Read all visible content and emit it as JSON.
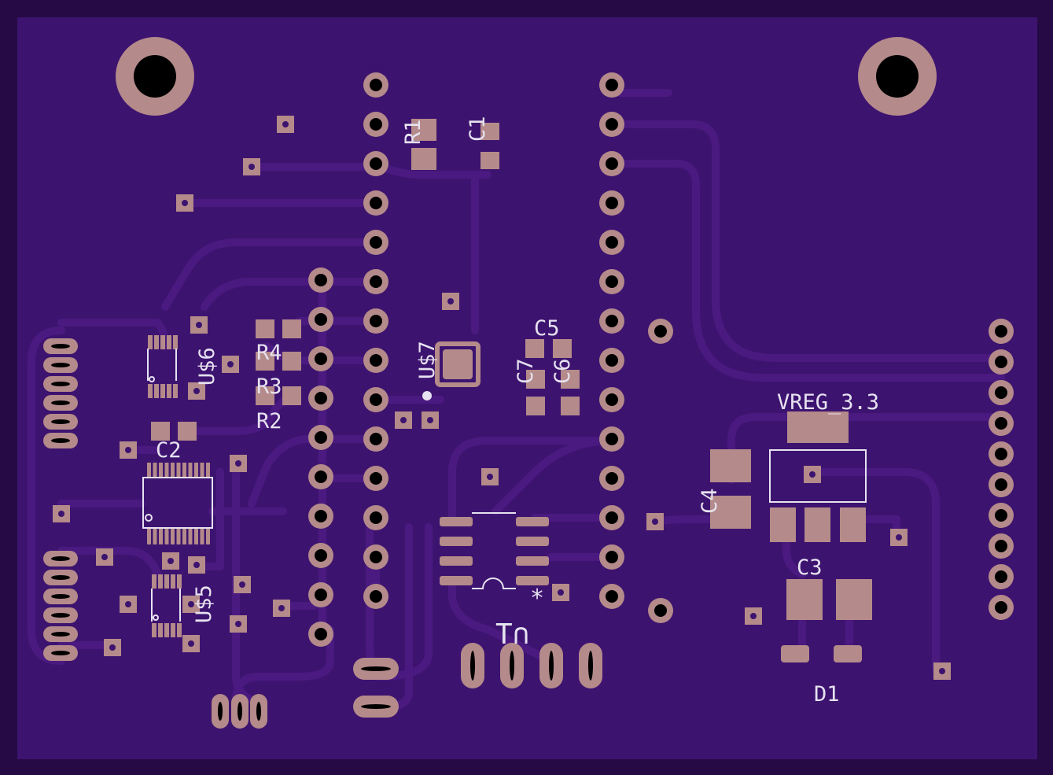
{
  "board": {
    "colors": {
      "outline": "#250a45",
      "copper_fill": "#3d1370",
      "trace": "#4a1a80",
      "pad": "#b48a8a",
      "silkscreen": "#e6e2f0",
      "drill": "#000000"
    }
  },
  "labels": {
    "r1": "R1",
    "c1": "C1",
    "c5": "C5",
    "c7": "C7",
    "c6": "C6",
    "r4": "R4",
    "r3": "R3",
    "r2": "R2",
    "us6": "U$6",
    "us7": "U$7",
    "us5": "U$5",
    "c2": "C2",
    "c3": "C3",
    "c4": "C4",
    "d1": "D1",
    "vreg": "VREG_3.3",
    "tn": "T∩",
    "star": "*"
  }
}
